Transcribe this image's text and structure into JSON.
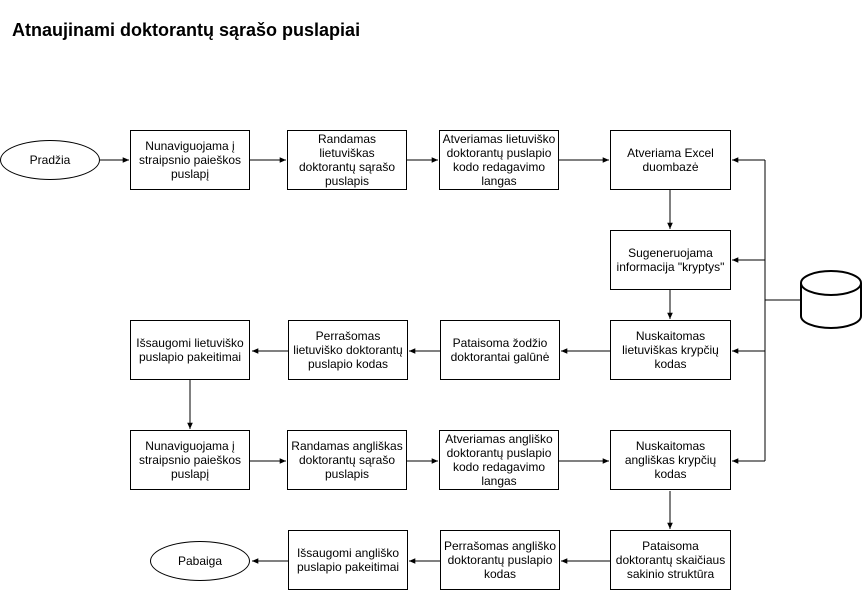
{
  "title": "Atnaujinami doktorantų sąrašo puslapiai",
  "nodes": {
    "start": "Pradžia",
    "n1": "Nunaviguojama į straipsnio paieškos puslapį",
    "n2": "Randamas lietuviškas doktorantų sąrašo puslapis",
    "n3": "Atveriamas lietuviško doktorantų puslapio kodo redagavimo langas",
    "n4": "Atveriama Excel duombazė",
    "n5": "Sugeneruojama informacija \"kryptys\"",
    "n6": "Nuskaitomas lietuviškas krypčių kodas",
    "n7": "Pataisoma žodžio doktorantai galūnė",
    "n8": "Perrašomas lietuviško doktorantų puslapio kodas",
    "n9": "Išsaugomi lietuviško puslapio pakeitimai",
    "n10": "Nunaviguojama į straipsnio paieškos puslapį",
    "n11": "Randamas angliškas doktorantų sąrašo puslapis",
    "n12": "Atveriamas angliško doktorantų puslapio kodo redagavimo langas",
    "n13": "Nuskaitomas angliškas krypčių kodas",
    "n14": "Pataisoma doktorantų skaičiaus sakinio struktūra",
    "n15": "Perrašomas angliško doktorantų puslapio kodas",
    "n16": "Išsaugomi angliško puslapio pakeitimai",
    "end": "Pabaiga"
  },
  "database_icon": "cylinder-database-icon"
}
